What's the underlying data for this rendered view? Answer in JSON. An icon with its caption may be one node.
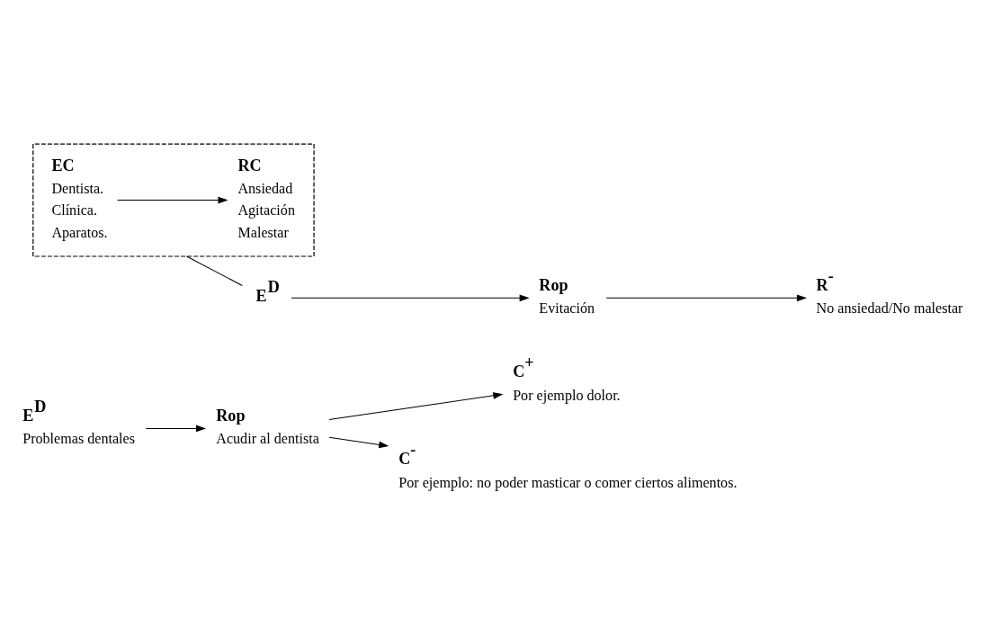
{
  "diagram": {
    "nodes": [
      {
        "text": [
          "E$^{D}$"
        ],
        "beside": [
          "Problemas dentales"
        ]
      },
      {
        "text": [
          "Rop"
        ],
        "beside": [
          "Acudir al dentista"
        ]
      },
      {
        "text": [
          "C$^{+}$"
        ],
        "beside": [
          "Por ejemplo dolor."
        ]
      },
      {
        "text": [
          "C$^{-}$"
        ],
        "beside": [
          "Por ejemplo: no poder masticar o comer ciertos alimentos."
        ]
      },
      {
        "text": [],
        "shape": "box"
      },
      {
        "text": [
          "EC"
        ],
        "in": 4,
        "beside": [
          "Dentista.",
          "Clínica.",
          "Aparatos."
        ]
      },
      {
        "text": [
          "RC"
        ],
        "in": 4,
        "beside": [
          "Ansiedad",
          "Agitación",
          "Malestar"
        ]
      },
      {
        "text": [
          "E$^{D}$"
        ]
      },
      {
        "text": [
          "Rop"
        ],
        "beside": [
          "Evitación"
        ]
      },
      {
        "text": [
          "R$^{-}$"
        ],
        "beside": [
          "No ansiedad/No malestar"
        ]
      }
    ],
    "edges": [
      {
        "from": 0,
        "to": 1,
        "arrow": "to"
      },
      {
        "from": 1,
        "to": 2,
        "arrow": "to"
      },
      {
        "from": 1,
        "to": 3,
        "arrow": "to"
      },
      {
        "from": 5,
        "to": 6,
        "arrow": "to"
      },
      {
        "from": 4,
        "to": 7,
        "arrow": "none"
      },
      {
        "from": 7,
        "to": 8,
        "arrow": "to"
      },
      {
        "from": 8,
        "to": 9,
        "arrow": "to"
      }
    ]
  }
}
